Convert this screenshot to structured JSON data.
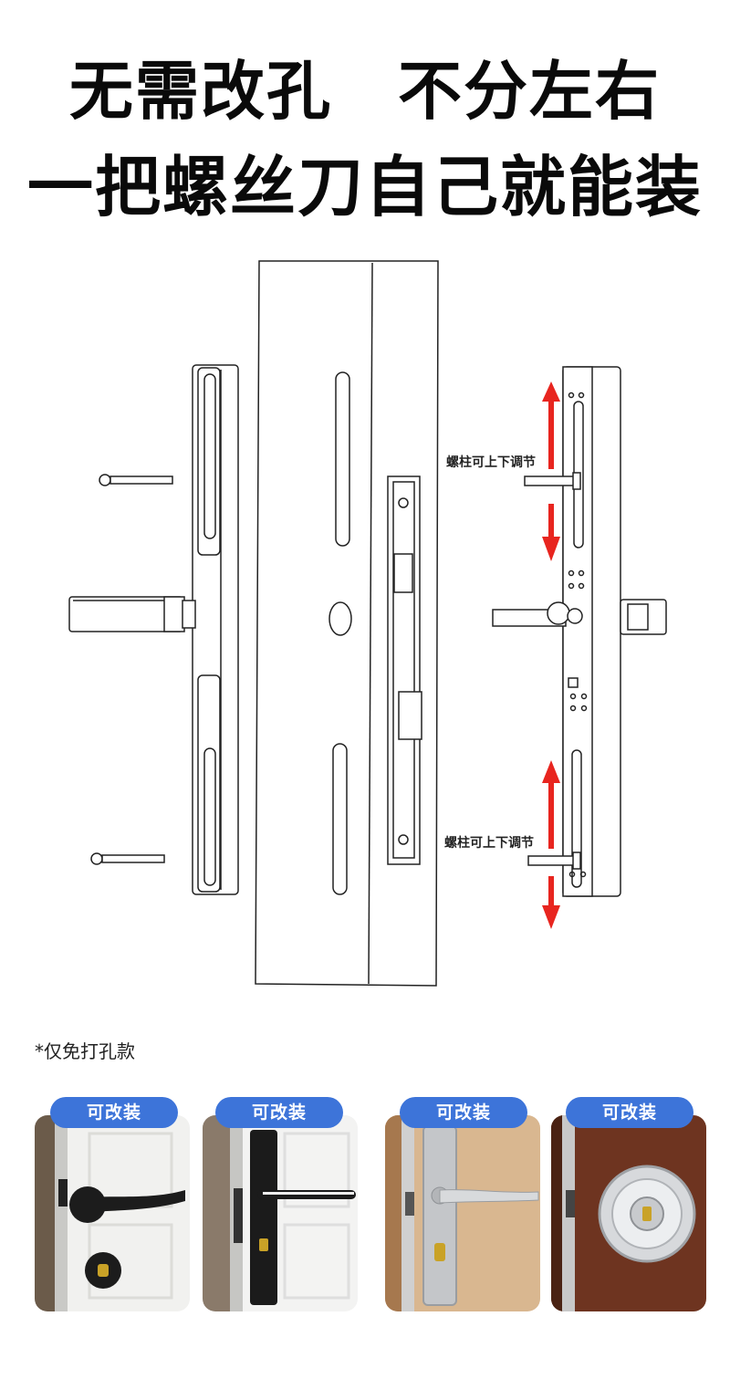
{
  "headline": {
    "line1": "无需改孔　不分左右",
    "line2": "一把螺丝刀自己就能装"
  },
  "diagram": {
    "callout_top": "螺柱可上下调节",
    "callout_bottom": "螺柱可上下调节",
    "arrow_color": "#e8251f"
  },
  "note": "*仅免打孔款",
  "products": [
    {
      "badge": "可改装",
      "type": "black-lever-with-deadbolt",
      "finish": "black",
      "door": "white"
    },
    {
      "badge": "可改装",
      "type": "black-plate-lever",
      "finish": "black",
      "door": "white"
    },
    {
      "badge": "可改装",
      "type": "silver-plate-lever",
      "finish": "satin-silver",
      "door": "wood"
    },
    {
      "badge": "可改装",
      "type": "knob-lock",
      "finish": "chrome",
      "door": "dark-wood"
    }
  ],
  "colors": {
    "badge": "#3d74d9",
    "headline": "#0a0a0a"
  }
}
